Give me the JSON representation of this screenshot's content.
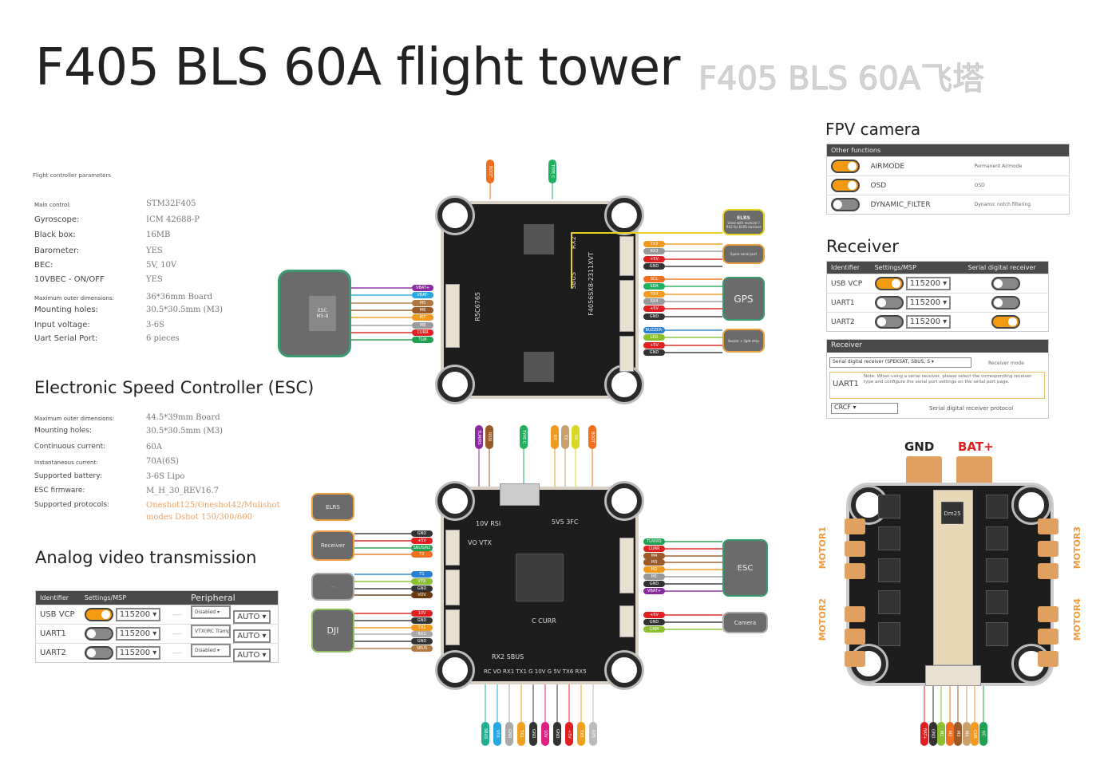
{
  "header": {
    "watermark": "F405 BLS 60A飞塔",
    "title": "F405 BLS 60A flight tower"
  },
  "fc_params": {
    "caption": "Flight controller parameters",
    "rows": [
      {
        "label": "Main control:",
        "value": "STM32F405",
        "small": true
      },
      {
        "label": "Gyroscope:",
        "value": "ICM 42688-P"
      },
      {
        "label": "Black box:",
        "value": "16MB"
      },
      {
        "label": "Barometer:",
        "value": "YES"
      },
      {
        "label": "BEC:",
        "value": "5V, 10V"
      },
      {
        "label": "10VBEC - ON/OFF",
        "value": "YES"
      },
      {
        "label": "Maximum outer dimensions:",
        "value": "36*36mm Board",
        "small": true
      },
      {
        "label": "Mounting holes:",
        "value": "30.5*30.5mm (M3)"
      },
      {
        "label": "Input voltage:",
        "value": "3-6S"
      },
      {
        "label": "Uart Serial Port:",
        "value": "6 pieces"
      }
    ]
  },
  "esc_params": {
    "heading": "Electronic Speed Controller (ESC)",
    "rows": [
      {
        "label": "Maximum outer dimensions:",
        "value": "44.5*39mm Board",
        "small": true
      },
      {
        "label": "Mounting holes:",
        "value": "30.5*30.5mm (M3)"
      },
      {
        "label": "Continuous current:",
        "value": "60A"
      },
      {
        "label": "Instantaneous current:",
        "value": "70A(6S)",
        "small": true
      },
      {
        "label": "Supported battery:",
        "value": "3-6S Lipo"
      },
      {
        "label": "ESC firmware:",
        "value": "M_H_30_REV16.7"
      },
      {
        "label": "Supported protocols:",
        "value": "Oneshot125/Oneshot42/Mulishot",
        "value2": "modes Dshot 150/300/600",
        "orange": true
      }
    ]
  },
  "vtx": {
    "heading": "Analog video transmission",
    "headers": [
      "Identifier",
      "Settings/MSP",
      "",
      "Peripheral"
    ],
    "rows": [
      {
        "id": "USB VCP",
        "on": true,
        "baud": "115200 ▾",
        "dash": "-----",
        "periph": "Disabled ▾",
        "auto": "AUTO ▾"
      },
      {
        "id": "UART1",
        "on": false,
        "baud": "115200 ▾",
        "dash": "-----",
        "periph": "VTX(IRC Tramp) ▾",
        "auto": "AUTO ▾"
      },
      {
        "id": "UART2",
        "on": false,
        "baud": "115200 ▾",
        "dash": "-----",
        "periph": "Disabled ▾",
        "auto": "AUTO ▾"
      }
    ]
  },
  "fpv": {
    "heading": "FPV camera",
    "table_header": "Other functions",
    "rows": [
      {
        "on": true,
        "name": "AIRMODE",
        "desc": "Permanent Airmode"
      },
      {
        "on": true,
        "name": "OSD",
        "desc": "OSD"
      },
      {
        "on": false,
        "name": "DYNAMIC_FILTER",
        "desc": "Dynamic notch filtering"
      }
    ]
  },
  "receiver": {
    "heading": "Receiver",
    "headers": [
      "Identifier",
      "Settings/MSP",
      "Serial digital receiver"
    ],
    "rows": [
      {
        "id": "USB VCP",
        "on": true,
        "baud": "115200 ▾",
        "serial": false
      },
      {
        "id": "UART1",
        "on": false,
        "baud": "115200 ▾",
        "serial": false
      },
      {
        "id": "UART2",
        "on": false,
        "baud": "115200 ▾",
        "serial": true
      }
    ],
    "panel": {
      "title": "Receiver",
      "mode_select": "Serial digital receiver (SPEKSAT, SBUS, S ▾",
      "mode_label": "Receiver mode",
      "note": "Note: When using a serial receiver, please select the corresponding receiver type and configure the serial port settings on the serial port page.",
      "note_overlay": "UART1",
      "protocol_select": "CRCF ▾",
      "protocol_label": "Serial digital receiver protocol"
    }
  },
  "board1": {
    "top_pins": [
      {
        "label": "BOOT",
        "color": "#f07020"
      },
      {
        "label": "TYPE C",
        "color": "#20b060"
      }
    ],
    "esc_box": {
      "line1": "ESC",
      "line2": "M5-8"
    },
    "left_pins": [
      {
        "label": "VBAT+",
        "color": "#8a2aa0"
      },
      {
        "label": "VBAT-",
        "color": "#28a8e0"
      },
      {
        "label": "M5",
        "color": "#b07840"
      },
      {
        "label": "M6",
        "color": "#9a5a2a"
      },
      {
        "label": "M7",
        "color": "#f09a20"
      },
      {
        "label": "M8",
        "color": "#999999"
      },
      {
        "label": "CURR",
        "color": "#e02020"
      },
      {
        "label": "TLM",
        "color": "#20a050"
      }
    ],
    "right_groups": [
      {
        "box": "Spare serial port",
        "pins": [
          {
            "label": "TX3",
            "color": "#f09a20"
          },
          {
            "label": "RX3",
            "color": "#999999"
          },
          {
            "label": "+5V",
            "color": "#e02020"
          },
          {
            "label": "GND",
            "color": "#333333"
          }
        ]
      },
      {
        "box": "GPS",
        "pins": [
          {
            "label": "SCL",
            "color": "#f07020"
          },
          {
            "label": "SDA",
            "color": "#20b060"
          },
          {
            "label": "TX4",
            "color": "#f09a20"
          },
          {
            "label": "RX4",
            "color": "#999999"
          },
          {
            "label": "+5V",
            "color": "#e02020"
          },
          {
            "label": "GND",
            "color": "#333333"
          }
        ]
      },
      {
        "box": "Buzzer + light strip",
        "pins": [
          {
            "label": "BUZZER-",
            "color": "#2a80d0"
          },
          {
            "label": "LED",
            "color": "#8ac030"
          },
          {
            "label": "+5V",
            "color": "#e02020"
          },
          {
            "label": "GND",
            "color": "#333333"
          }
        ]
      }
    ],
    "elrs_box": {
      "title": "ELRS",
      "text": "Used with receiver / RX2 for ELRS receiver"
    },
    "silk": [
      "F4056SX8-2311XVT",
      "R5C6765",
      "SBUS",
      "RX2"
    ]
  },
  "board2": {
    "top_pins": [
      {
        "label": "TLM/RS",
        "color": "#8a2aa0"
      },
      {
        "label": "RSSI",
        "color": "#9a5a2a"
      },
      {
        "label": "TYPE C",
        "color": "#20b060"
      },
      {
        "label": "RX",
        "color": "#f09a20"
      },
      {
        "label": "TX",
        "color": "#c8a070"
      },
      {
        "label": "5V",
        "color": "#d8d820"
      },
      {
        "label": "BOOT",
        "color": "#f07020"
      }
    ],
    "left_groups": [
      {
        "box": "ELRS",
        "pins": []
      },
      {
        "box": "Receiver",
        "pins": [
          {
            "label": "GND",
            "color": "#333333"
          },
          {
            "label": "+5V",
            "color": "#e02020"
          },
          {
            "label": "SBUS/R2",
            "color": "#20a050"
          },
          {
            "label": "T2",
            "color": "#f07020"
          }
        ]
      },
      {
        "box": "VTX",
        "pins": [
          {
            "label": "T1",
            "color": "#2a80d0"
          },
          {
            "label": "VTX",
            "color": "#8ac030"
          },
          {
            "label": "GND",
            "color": "#333333"
          },
          {
            "label": "VOV",
            "color": "#6a3a10"
          }
        ]
      },
      {
        "box": "DJI",
        "pins": [
          {
            "label": "10V",
            "color": "#e02020"
          },
          {
            "label": "GND",
            "color": "#333333"
          },
          {
            "label": "TX1",
            "color": "#f09a20"
          },
          {
            "label": "RX1",
            "color": "#aaaaaa"
          },
          {
            "label": "GND",
            "color": "#333333"
          },
          {
            "label": "SBUS",
            "color": "#b07840"
          }
        ]
      }
    ],
    "right_groups": [
      {
        "box": "ESC",
        "pins": [
          {
            "label": "TLM/RS",
            "color": "#20a050"
          },
          {
            "label": "CURR",
            "color": "#e02020"
          },
          {
            "label": "M4",
            "color": "#9a5a2a"
          },
          {
            "label": "M3",
            "color": "#9a5a2a"
          },
          {
            "label": "M2",
            "color": "#f09a20"
          },
          {
            "label": "M1",
            "color": "#999999"
          },
          {
            "label": "GND",
            "color": "#333333"
          },
          {
            "label": "VBAT+",
            "color": "#8a2aa0"
          }
        ]
      },
      {
        "box": "Camera",
        "pins": [
          {
            "label": "+5V",
            "color": "#e02020"
          },
          {
            "label": "GND",
            "color": "#333333"
          },
          {
            "label": "CAM",
            "color": "#8ac030"
          }
        ]
      }
    ],
    "bottom_pins": [
      {
        "label": "SBUS",
        "color": "#20b090"
      },
      {
        "label": "VTX",
        "color": "#28a8e0"
      },
      {
        "label": "GND",
        "color": "#aaaaaa"
      },
      {
        "label": "TX1",
        "color": "#f0a020"
      },
      {
        "label": "GND",
        "color": "#333333"
      },
      {
        "label": "10V",
        "color": "#e02080"
      },
      {
        "label": "GND",
        "color": "#333333"
      },
      {
        "label": "+5V",
        "color": "#e02020"
      },
      {
        "label": "TX5",
        "color": "#f0a020"
      },
      {
        "label": "RX5",
        "color": "#bbbbbb"
      }
    ],
    "silk": [
      "10V RSI",
      "5V5 3FC",
      "VO VTX",
      "C CURR",
      "RX2 SBUS",
      "RC VO RX1 TX1 G 10V G 5V TX6 RX5"
    ]
  },
  "board3": {
    "gnd": "GND",
    "bat": "BAT+",
    "motors": [
      "MOTOR1",
      "MOTOR2",
      "MOTOR3",
      "MOTOR4"
    ],
    "chip": "Dm25",
    "bottom_pins": [
      {
        "label": "BAT+",
        "color": "#e02020"
      },
      {
        "label": "GND",
        "color": "#333333"
      },
      {
        "label": "M1",
        "color": "#8ac030"
      },
      {
        "label": "M2",
        "color": "#f07020"
      },
      {
        "label": "M3",
        "color": "#9a5a2a"
      },
      {
        "label": "M4",
        "color": "#c8a070"
      },
      {
        "label": "CUR",
        "color": "#f09a20"
      },
      {
        "label": "NC",
        "color": "#20a050"
      }
    ]
  }
}
